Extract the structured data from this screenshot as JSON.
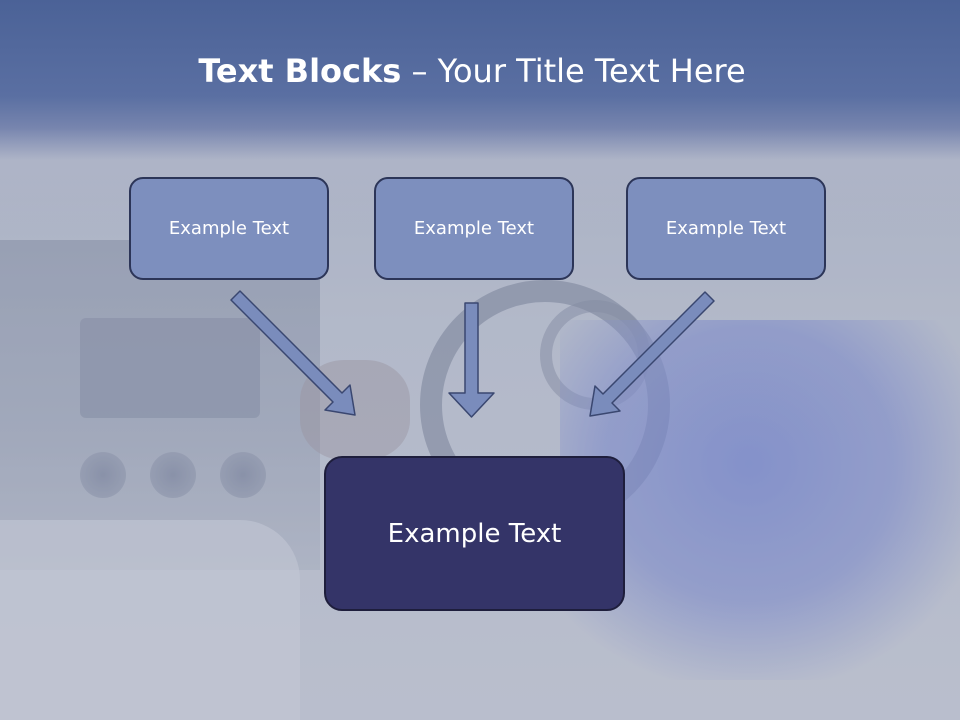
{
  "title": {
    "bold": "Text Blocks",
    "separator": " – ",
    "rest": "Your Title Text Here"
  },
  "boxes": {
    "left": "Example Text",
    "center": "Example Text",
    "right": "Example Text",
    "bottom": "Example Text"
  },
  "colors": {
    "title_band": "#4b6297",
    "top_box_fill": "#7d8fbe",
    "bottom_box_fill": "#343468",
    "arrow_fill": "#7a8cbc"
  }
}
